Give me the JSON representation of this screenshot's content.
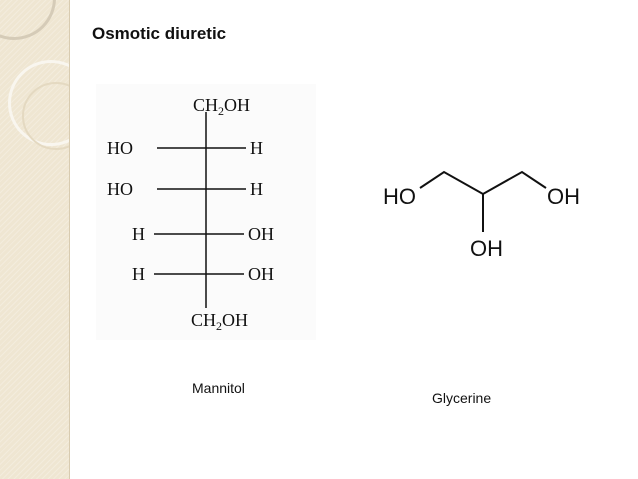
{
  "slide": {
    "title": "Osmotic diuretic"
  },
  "mannitol": {
    "caption": "Mannitol",
    "top_group": {
      "main": "CH",
      "sub": "2",
      "tail": "OH"
    },
    "bottom_group": {
      "main": "CH",
      "sub": "2",
      "tail": "OH"
    },
    "rows": [
      {
        "left": "HO",
        "right": "H"
      },
      {
        "left": "HO",
        "right": "H"
      },
      {
        "left": "H",
        "right": "OH"
      },
      {
        "left": "H",
        "right": "OH"
      }
    ]
  },
  "glycerine": {
    "caption": "Glycerine",
    "left_label": "HO",
    "right_label": "OH",
    "bottom_label": "OH"
  }
}
